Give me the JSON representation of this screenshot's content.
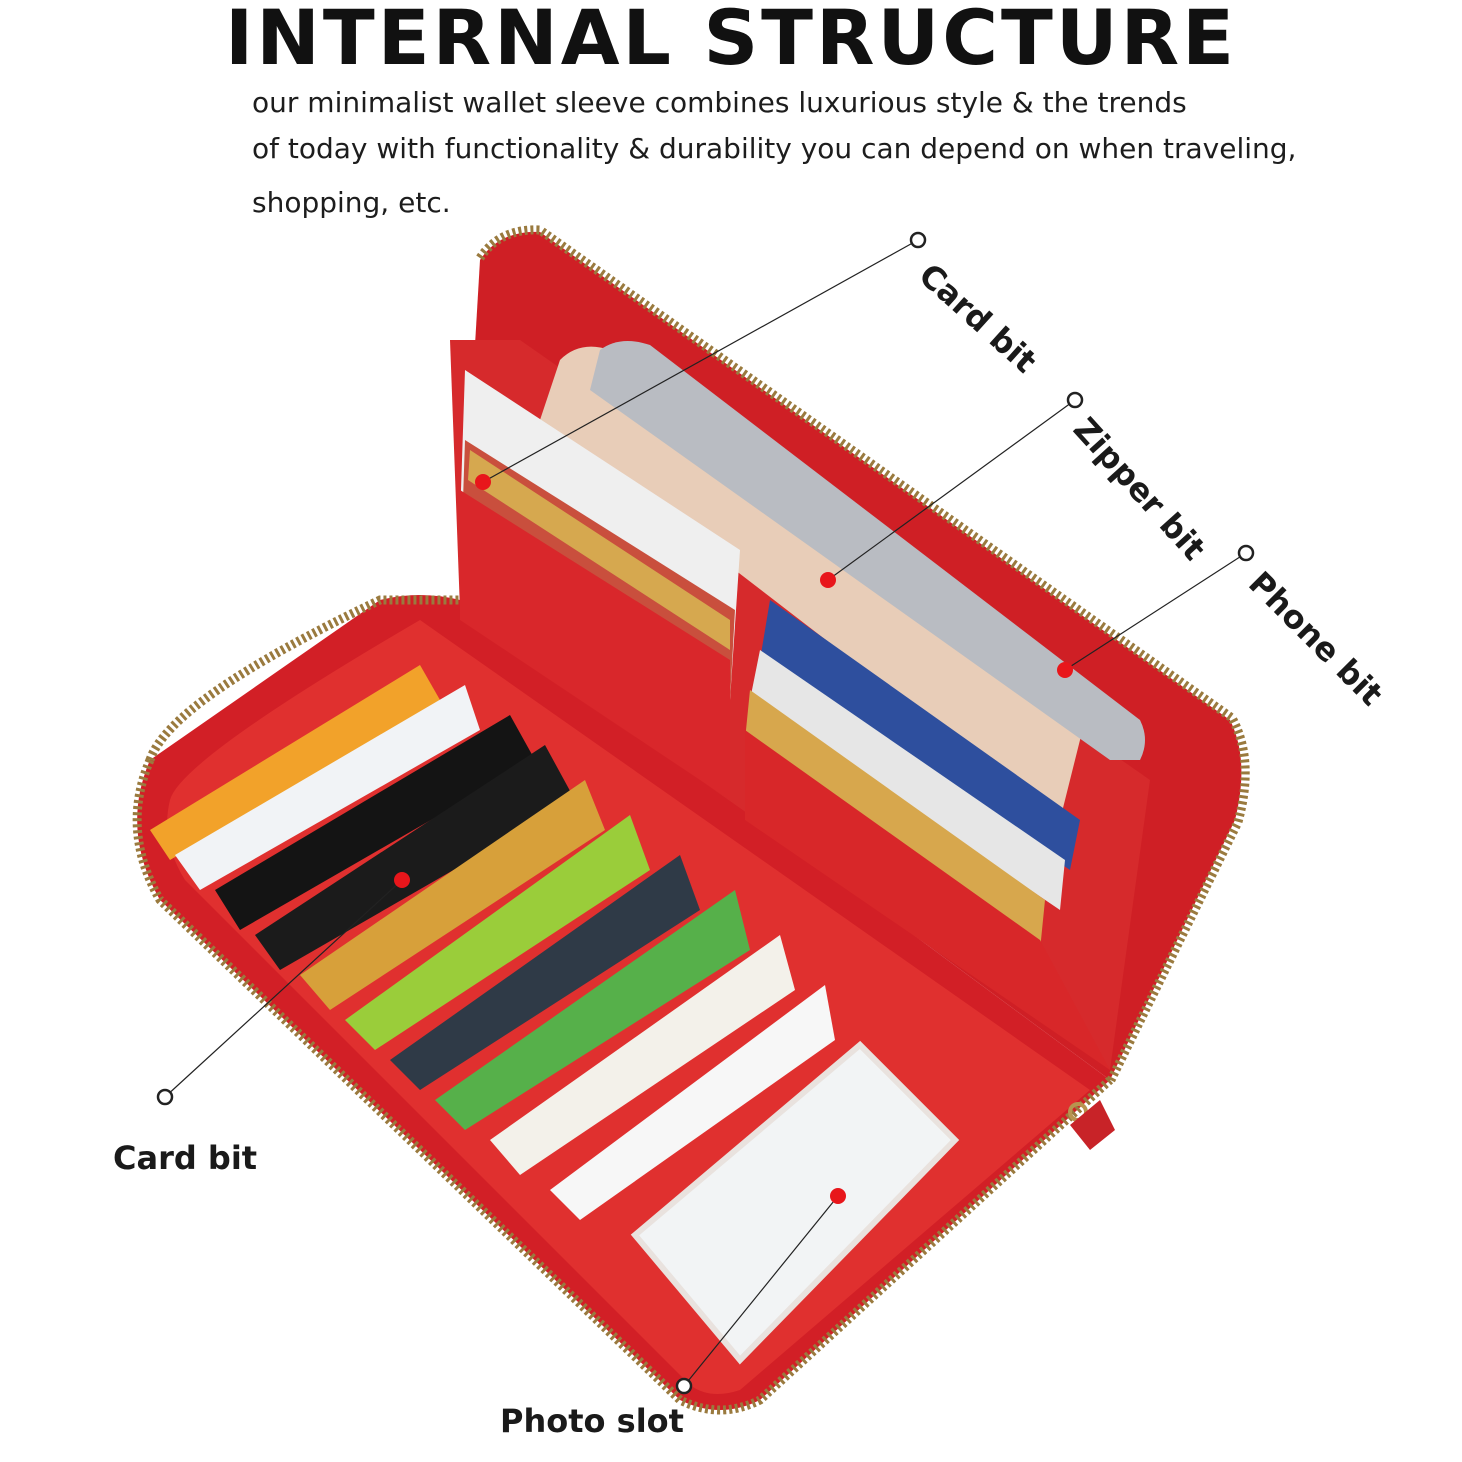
{
  "header": {
    "title": "INTERNAL STRUCTURE",
    "description_lines": [
      "our minimalist wallet sleeve combines luxurious style & the trends",
      "of today with functionality & durability you can depend on when traveling,",
      "shopping, etc."
    ]
  },
  "callouts": {
    "card_bit_top": "Card bit",
    "zipper_bit": "Zipper bit",
    "phone_bit": "Phone bit",
    "card_bit_left": "Card bit",
    "photo_slot": "Photo slot"
  },
  "colors": {
    "wallet_red": "#d8262b",
    "marker_red": "#e8161b",
    "zipper_gold": "#9a7a3e"
  }
}
